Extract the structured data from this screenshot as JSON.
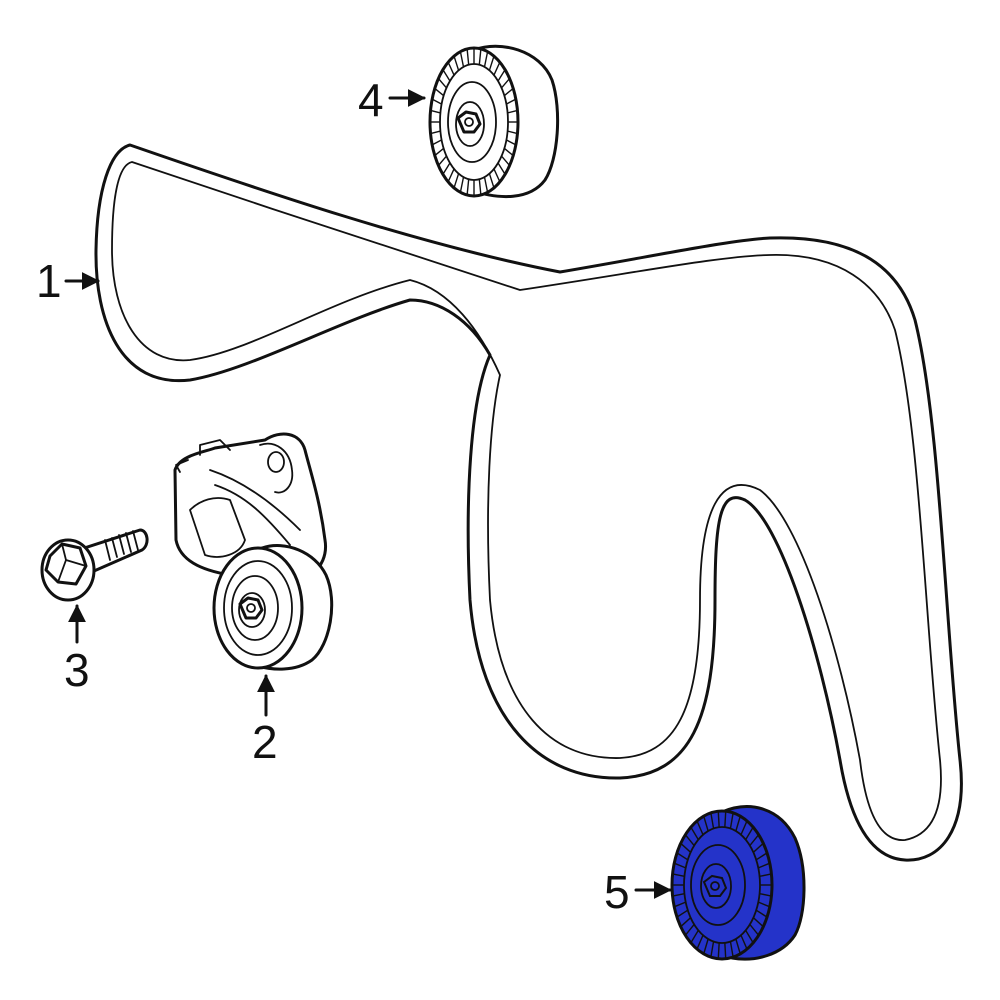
{
  "callouts": [
    {
      "id": "1",
      "label": "1"
    },
    {
      "id": "2",
      "label": "2"
    },
    {
      "id": "3",
      "label": "3"
    },
    {
      "id": "4",
      "label": "4"
    },
    {
      "id": "5",
      "label": "5"
    }
  ],
  "colors": {
    "line": "#111111",
    "highlight": "#2433c9",
    "background": "#ffffff"
  }
}
